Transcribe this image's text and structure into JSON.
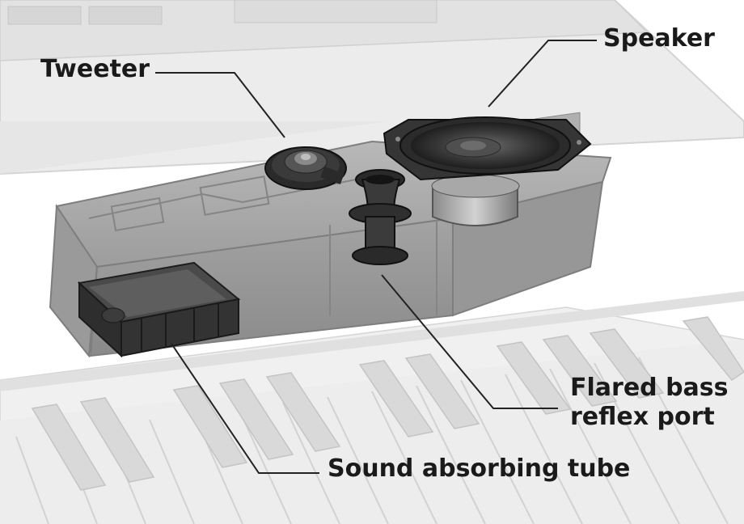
{
  "labels": {
    "tweeter": "Tweeter",
    "speaker": "Speaker",
    "port_line1": "Flared bass",
    "port_line2": "reflex port",
    "tube": "Sound absorbing tube"
  },
  "colors": {
    "background": "#ffffff",
    "ghost_keyboard": "#e4e4e4",
    "enclosure": "#a9a9a9",
    "enclosure_dark": "#8e8e8e",
    "component_dark": "#2e2e2e",
    "leader_line": "#222222",
    "label_text": "#1a1a1a"
  }
}
